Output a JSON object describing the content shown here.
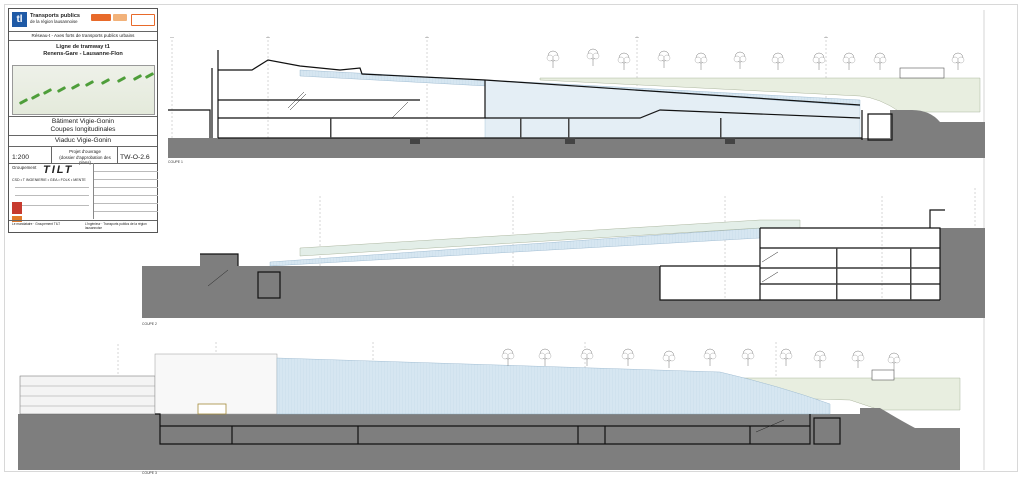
{
  "titleblock": {
    "brand_title": "Transports publics",
    "brand_sub": "de la région lausannoise",
    "network": "Réseau-t - Axes forts de transports publics urbains",
    "line_title": "Ligne de tramway t1",
    "line_sub": "Renens-Gare - Lausanne-Flon",
    "building": "Bâtiment Vigie-Gonin",
    "sheet_title": "Coupes longitudinales",
    "structure": "Viaduc Vigie-Gonin",
    "scale": "1:200",
    "phase": "Projet d'ouvrage",
    "phase_sub": "(dossier d'approbation des plans)",
    "drawing_no": "TW-O-2.6",
    "designer_label": "Groupement",
    "designer": "TILT",
    "designer_members": "CSD • T INGENIERIE • GEA • FOLK • MENTE",
    "sig_left": "Le mandataire · Groupement TILT",
    "sig_right": "L'ingénieur · Transports publics de la région lausannoise"
  },
  "sections": [
    {
      "label": "COUPE 1"
    },
    {
      "label": "COUPE 2"
    },
    {
      "label": "COUPE 3"
    }
  ],
  "colors": {
    "ground": "#7e7e7e",
    "glass": "#d4e4ef",
    "structure": "#111111",
    "tl_blue": "#1f5aa6",
    "route_green": "#4e9e3a"
  }
}
